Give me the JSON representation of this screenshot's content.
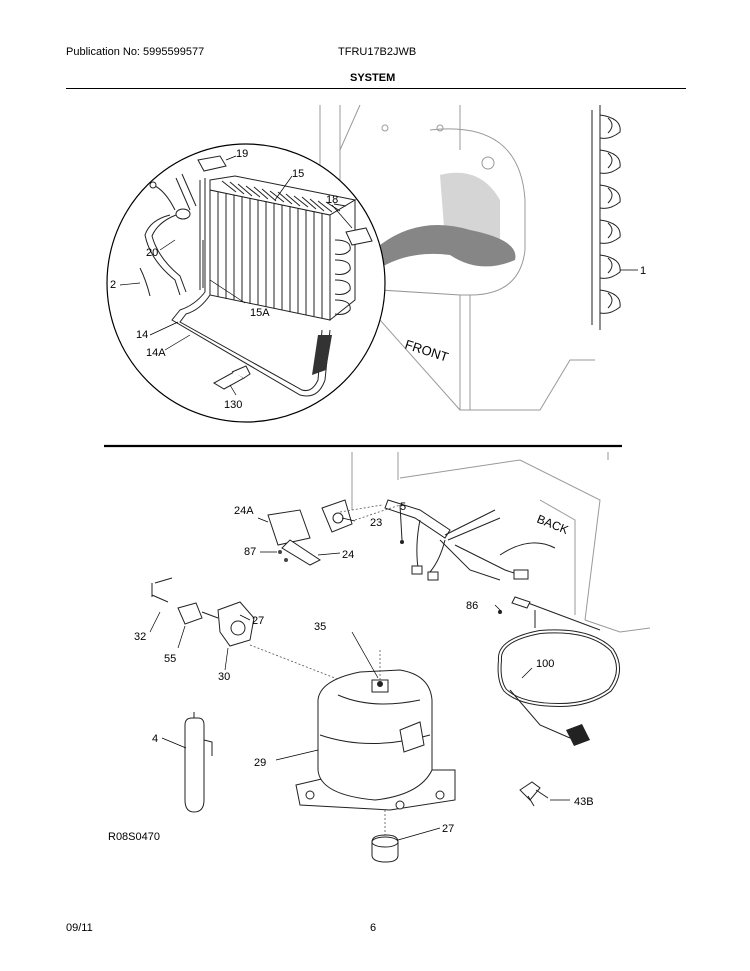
{
  "header": {
    "publication": "Publication No: 5995599577",
    "model": "TFRU17B2JWB",
    "section_title": "SYSTEM"
  },
  "diagram": {
    "callouts": {
      "c1": "1",
      "c2": "2",
      "c4": "4",
      "c5": "5",
      "c14": "14",
      "c14A": "14A",
      "c15": "15",
      "c15A": "15A",
      "c18": "18",
      "c19": "19",
      "c20": "20",
      "c23": "23",
      "c24": "24",
      "c24A": "24A",
      "c27a": "27",
      "c27b": "27",
      "c29": "29",
      "c30": "30",
      "c32": "32",
      "c35": "35",
      "c43B": "43B",
      "c55": "55",
      "c86": "86",
      "c87": "87",
      "c100": "100",
      "c130": "130"
    },
    "front_label": "FRONT",
    "back_label": "BACK",
    "drawing_code": "R08S0470"
  },
  "footer": {
    "date": "09/11",
    "page": "6"
  }
}
